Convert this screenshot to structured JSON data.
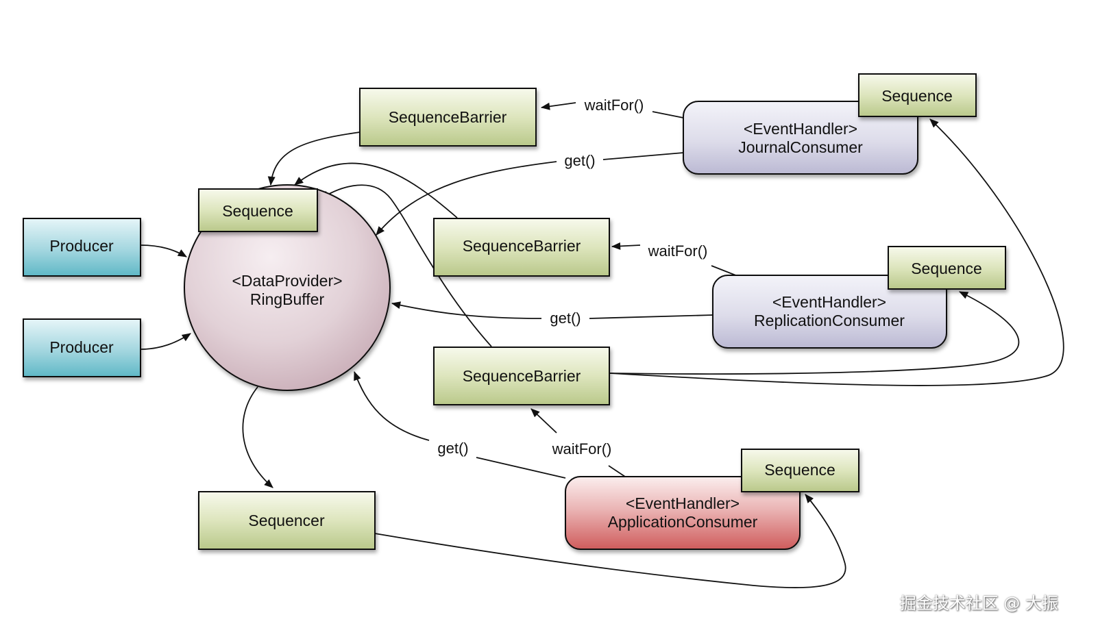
{
  "nodes": {
    "producer_1": "Producer",
    "producer_2": "Producer",
    "ringbuffer_line1": "<DataProvider>",
    "ringbuffer_line2": "RingBuffer",
    "ringbuffer_sequence": "Sequence",
    "barrier_top": "SequenceBarrier",
    "barrier_middle": "SequenceBarrier",
    "barrier_bottom": "SequenceBarrier",
    "sequencer": "Sequencer",
    "journal_line1": "<EventHandler>",
    "journal_line2": "JournalConsumer",
    "journal_sequence": "Sequence",
    "replication_line1": "<EventHandler>",
    "replication_line2": "ReplicationConsumer",
    "replication_sequence": "Sequence",
    "application_line1": "<EventHandler>",
    "application_line2": "ApplicationConsumer",
    "application_sequence": "Sequence"
  },
  "edges": {
    "journal_waitfor": "waitFor()",
    "journal_get": "get()",
    "replication_waitfor": "waitFor()",
    "replication_get": "get()",
    "application_get": "get()",
    "application_waitfor": "waitFor()"
  },
  "watermark": "掘金技术社区 @ 大振",
  "colors": {
    "producer": "#5fb8c6",
    "green_box": "#b9c88a",
    "ringbuffer": "#d9c3cb",
    "consumer_purple": "#c9c8dd",
    "consumer_red": "#d96a6a"
  }
}
